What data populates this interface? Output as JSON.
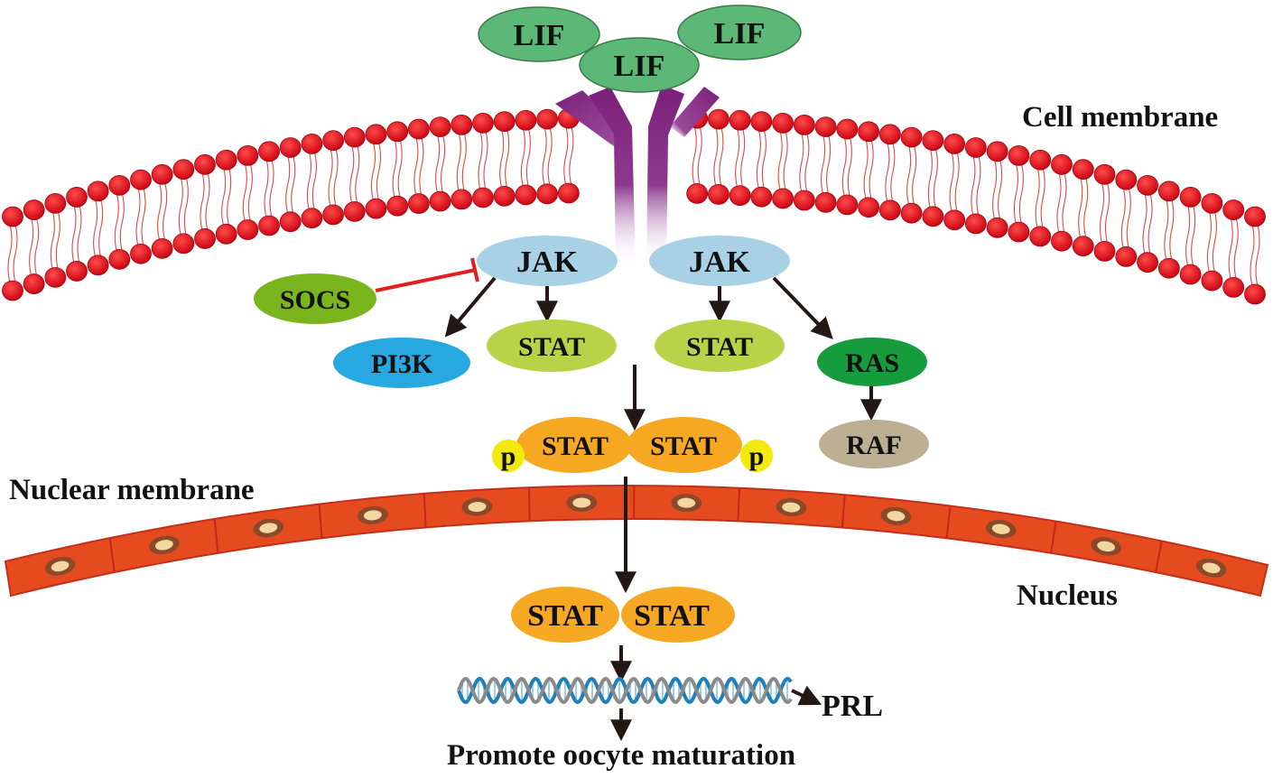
{
  "regions": {
    "cell_membrane": "Cell membrane",
    "nuclear_membrane": "Nuclear membrane",
    "nucleus": "Nucleus"
  },
  "ligands": [
    "LIF",
    "LIF",
    "LIF"
  ],
  "jak_left": "JAK",
  "jak_right": "JAK",
  "socs": "SOCS",
  "pi3k": "PI3K",
  "stat_left": "STAT",
  "stat_right": "STAT",
  "ras": "RAS",
  "raf": "RAF",
  "dimer_cyto": {
    "left": "STAT",
    "right": "STAT",
    "phospho": "p"
  },
  "dimer_nuclear": {
    "left": "STAT",
    "right": "STAT"
  },
  "prl": "PRL",
  "outcome": "Promote oocyte maturation",
  "colors": {
    "lif": "#5cb877",
    "receptor": "#7b1f7b",
    "membrane_head": "#e0131f",
    "jak": "#a9d1e6",
    "socs": "#7ab51d",
    "pi3k": "#28a8e0",
    "stat": "#b9d349",
    "ras": "#169c3c",
    "raf": "#bcae92",
    "dimer": "#f7a823",
    "phospho": "#f2e90e",
    "nuclear_membrane": "#e64a1f",
    "inhibit": "#e02020"
  }
}
